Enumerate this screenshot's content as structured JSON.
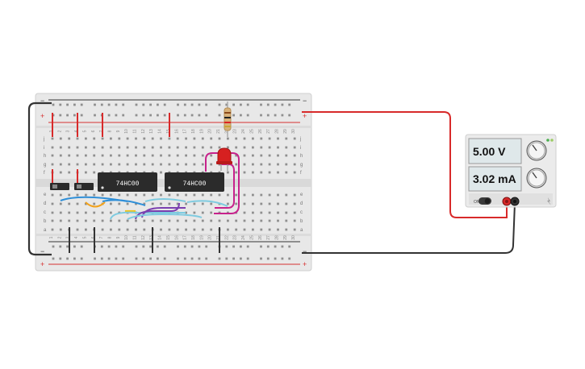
{
  "breadboard": {
    "rail_plus": "+",
    "rail_minus": "−",
    "row_labels_top": [
      "j",
      "i",
      "h",
      "g",
      "f"
    ],
    "row_labels_bottom": [
      "e",
      "d",
      "c",
      "b",
      "a"
    ],
    "column_count": 30
  },
  "chips": [
    {
      "label": "74HC00"
    },
    {
      "label": "74HC00"
    }
  ],
  "power_supply": {
    "voltage_display": "5.00 V",
    "current_display": "3.02 mA",
    "switch_label": "ON"
  },
  "colors": {
    "board": "#e7e7e7",
    "rail_red": "#d63030",
    "wire_black": "#333333",
    "wire_red": "#d82a2a",
    "wire_blue": "#2f8fd8",
    "wire_cyan": "#7ecbe0",
    "wire_purple": "#7a3fb0",
    "wire_magenta": "#c7228c",
    "wire_orange": "#f2a21c",
    "wire_yellow": "#f0c419",
    "led_red": "#d62020",
    "lcd_bg": "#dfe8ea"
  },
  "icons": [
    "voltage-knob-icon",
    "current-knob-icon",
    "power-switch-icon"
  ]
}
